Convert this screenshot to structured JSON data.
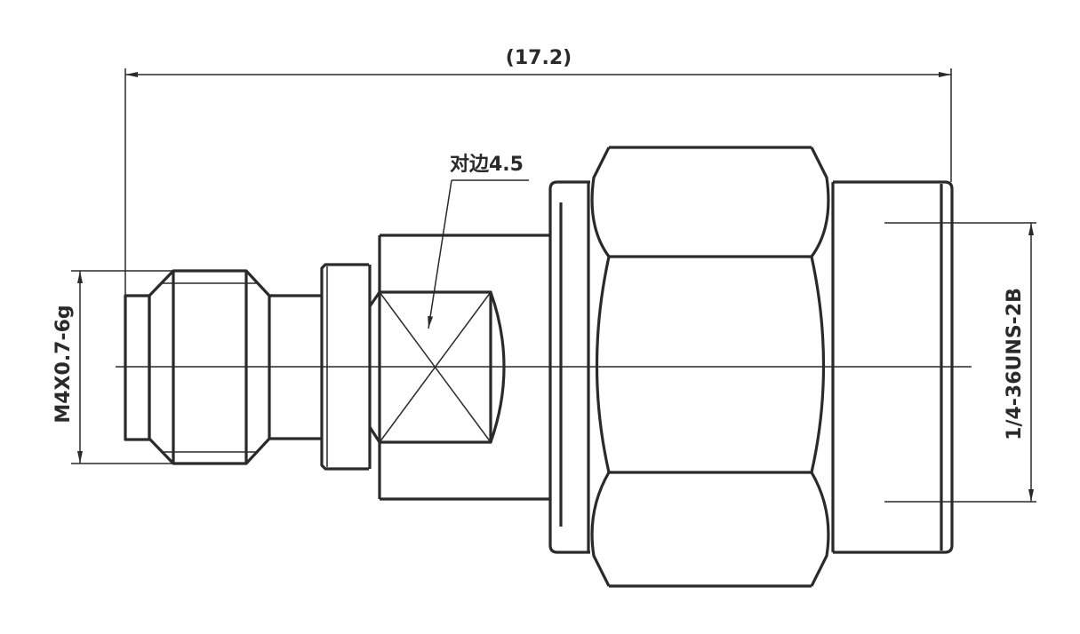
{
  "drawing": {
    "overall_length_label": "(17.2)",
    "flat_width_label": "对边4.5",
    "left_thread_label": "M4X0.7-6g",
    "right_thread_label": "1/4-36UNS-2B",
    "line_color": "#2b2a2a"
  }
}
